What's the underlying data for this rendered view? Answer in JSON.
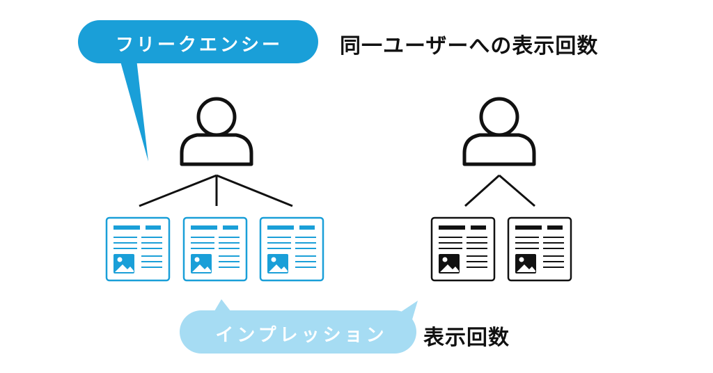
{
  "colors": {
    "accent": "#1a9fd8",
    "accent_light": "#a6dcf3",
    "dark": "#111111"
  },
  "frequency": {
    "label": "フリークエンシー",
    "description": "同一ユーザーへの表示回数",
    "page_icon_count": 3
  },
  "impression": {
    "label": "インプレッション",
    "description": "表示回数",
    "page_icon_count": 2
  },
  "icons": {
    "user": "user-icon",
    "page": "webpage-icon",
    "image": "image-icon"
  }
}
